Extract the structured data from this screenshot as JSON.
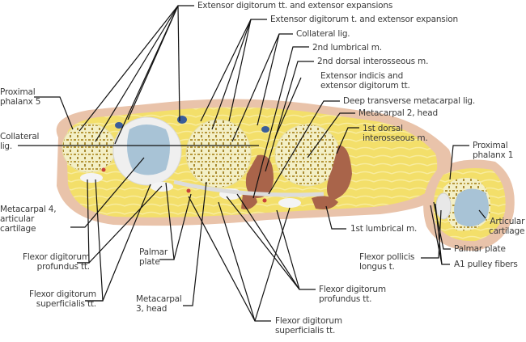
{
  "figure": {
    "subject": "Cross section of hand at metacarpophalangeal joints",
    "colors": {
      "skin": "#e9c3aa",
      "fat": "#f3df6a",
      "fat_light": "#f8ec9e",
      "bone": "#f3efc6",
      "bone_spongy": "#b4963a",
      "cartilage": "#a8c3d6",
      "tendon": "#f1f1f1",
      "muscle": "#a9644a",
      "vein": "#3a5d99",
      "artery": "#c7413a",
      "leader": "#111111",
      "text": "#3a3a3a"
    }
  },
  "labels": {
    "ext_dig_tt": "Extensor digitorum tt. and extensor expansions",
    "ext_dig_t": "Extensor digitorum t. and extensor expansion",
    "collateral_lig_top": "Collateral lig.",
    "lumbrical_2": "2nd lumbrical m.",
    "dorsal_interosseous_2": "2nd dorsal interosseous m.",
    "ext_indicis": "Extensor indicis and\nextensor digitorum tt.",
    "deep_transverse": "Deep transverse metacarpal lig.",
    "metacarpal_2": "Metacarpal 2, head",
    "dorsal_interosseous_1": "1st dorsal\ninterosseous m.",
    "proximal_phalanx_5": "Proximal\nphalanx 5",
    "collateral_lig_left": "Collateral\nlig.",
    "metacarpal_4": "Metacarpal 4,\narticular\ncartilage",
    "fdp_left": "Flexor digitorum\nprofundus tt.",
    "fds_left": "Flexor digitorum\nsuperficialis tt.",
    "palmar_plate_mid": "Palmar\nplate",
    "metacarpal_3": "Metacarpal\n3, head",
    "lumbrical_1": "1st lumbrical m.",
    "fpl": "Flexor pollicis\nlongus t.",
    "fdp_right": "Flexor digitorum\nprofundus tt.",
    "fds_right": "Flexor digitorum\nsuperficialis tt.",
    "proximal_phalanx_1": "Proximal\nphalanx 1",
    "articular_cartilage": "Articular\ncartilage",
    "palmar_plate_thumb": "Palmar plate",
    "a1_pulley": "A1 pulley fibers"
  }
}
